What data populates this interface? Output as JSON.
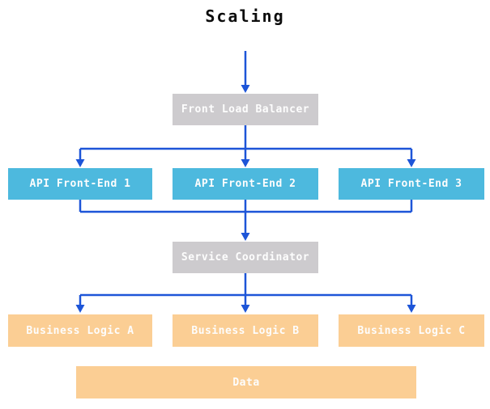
{
  "title": "Scaling",
  "colors": {
    "background": "#ffffff",
    "arrow": "#1d55d8",
    "balancer_node": "#cdcbce",
    "api_node": "#4db9de",
    "logic_node": "#fbce94",
    "node_text": "#fdfdfd",
    "title_text": "#0d0d0d"
  },
  "nodes": {
    "front_load_balancer": {
      "label": "Front Load Balancer"
    },
    "api_front_end_1": {
      "label": "API Front-End 1"
    },
    "api_front_end_2": {
      "label": "API Front-End 2"
    },
    "api_front_end_3": {
      "label": "API Front-End 3"
    },
    "service_coordinator": {
      "label": "Service Coordinator"
    },
    "business_logic_a": {
      "label": "Business Logic A"
    },
    "business_logic_b": {
      "label": "Business Logic B"
    },
    "business_logic_c": {
      "label": "Business Logic C"
    },
    "data": {
      "label": "Data"
    }
  },
  "edges": [
    {
      "from": "start",
      "to": "front_load_balancer"
    },
    {
      "from": "front_load_balancer",
      "to": "api_front_end_1"
    },
    {
      "from": "front_load_balancer",
      "to": "api_front_end_2"
    },
    {
      "from": "front_load_balancer",
      "to": "api_front_end_3"
    },
    {
      "from": "api_front_end_1",
      "to": "service_coordinator"
    },
    {
      "from": "api_front_end_2",
      "to": "service_coordinator"
    },
    {
      "from": "api_front_end_3",
      "to": "service_coordinator"
    },
    {
      "from": "service_coordinator",
      "to": "business_logic_a"
    },
    {
      "from": "service_coordinator",
      "to": "business_logic_b"
    },
    {
      "from": "service_coordinator",
      "to": "business_logic_c"
    }
  ]
}
